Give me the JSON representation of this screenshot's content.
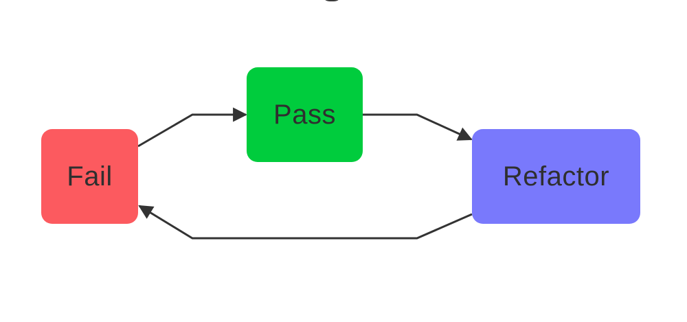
{
  "diagram": {
    "nodes": [
      {
        "id": "fail",
        "label": "Fail",
        "color": "#fc5a5f"
      },
      {
        "id": "pass",
        "label": "Pass",
        "color": "#00cc3d"
      },
      {
        "id": "refactor",
        "label": "Refactor",
        "color": "#7979fc"
      }
    ],
    "edges": [
      {
        "from": "fail",
        "to": "pass"
      },
      {
        "from": "pass",
        "to": "refactor"
      },
      {
        "from": "refactor",
        "to": "fail"
      }
    ],
    "edge_color": "#333333"
  }
}
